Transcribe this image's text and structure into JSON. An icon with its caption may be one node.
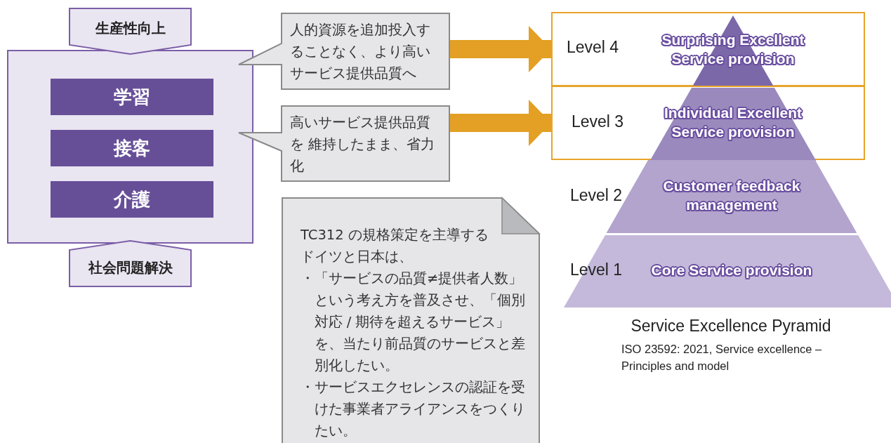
{
  "diagram": {
    "caption": "Service Excellence Pyramid",
    "nodes": [
      {
        "text": [
          "生産性向上"
        ]
      },
      {
        "text": [],
        "shape": "box"
      },
      {
        "text": [
          "学習"
        ],
        "in": 1
      },
      {
        "text": [
          "接客"
        ],
        "in": 1
      },
      {
        "text": [
          "介護"
        ],
        "in": 1
      },
      {
        "text": [
          "社会問題解決"
        ]
      },
      {
        "text": [
          "人的資源を追加投入することなく、より高いサービス提供品質へ"
        ]
      },
      {
        "text": [
          "高いサービス提供品質を 維持したまま、省力化"
        ]
      },
      {
        "text": [
          "TC312 の規格策定を主導するドイツと日本は、",
          "・「サービスの品質≠提供者人数」という考え方を普及させ、「個別対応 / 期待を超えるサービス」を、当たり前品質のサービスと差別化したい。",
          "・サービスエクセレンスの認証を受けた事業者アライアンスをつくりたい。"
        ]
      },
      {
        "text": [
          "Level 4"
        ]
      },
      {
        "text": [
          "Surprising Excellent Service provision"
        ],
        "in": 9
      },
      {
        "text": [
          "Level 3"
        ]
      },
      {
        "text": [
          "Individual Excellent Service provision"
        ],
        "in": 11
      },
      {
        "text": [
          "Level 2",
          "Customer feedback management"
        ]
      },
      {
        "text": [
          "Level 1",
          "Core Service provision"
        ]
      }
    ],
    "edges": [
      {
        "from": 6,
        "to": 9,
        "arrow": "to"
      },
      {
        "from": 7,
        "to": 11,
        "arrow": "to"
      }
    ],
    "labels": [
      "ISO 23592: 2021, Service excellence – Principles and model"
    ]
  }
}
